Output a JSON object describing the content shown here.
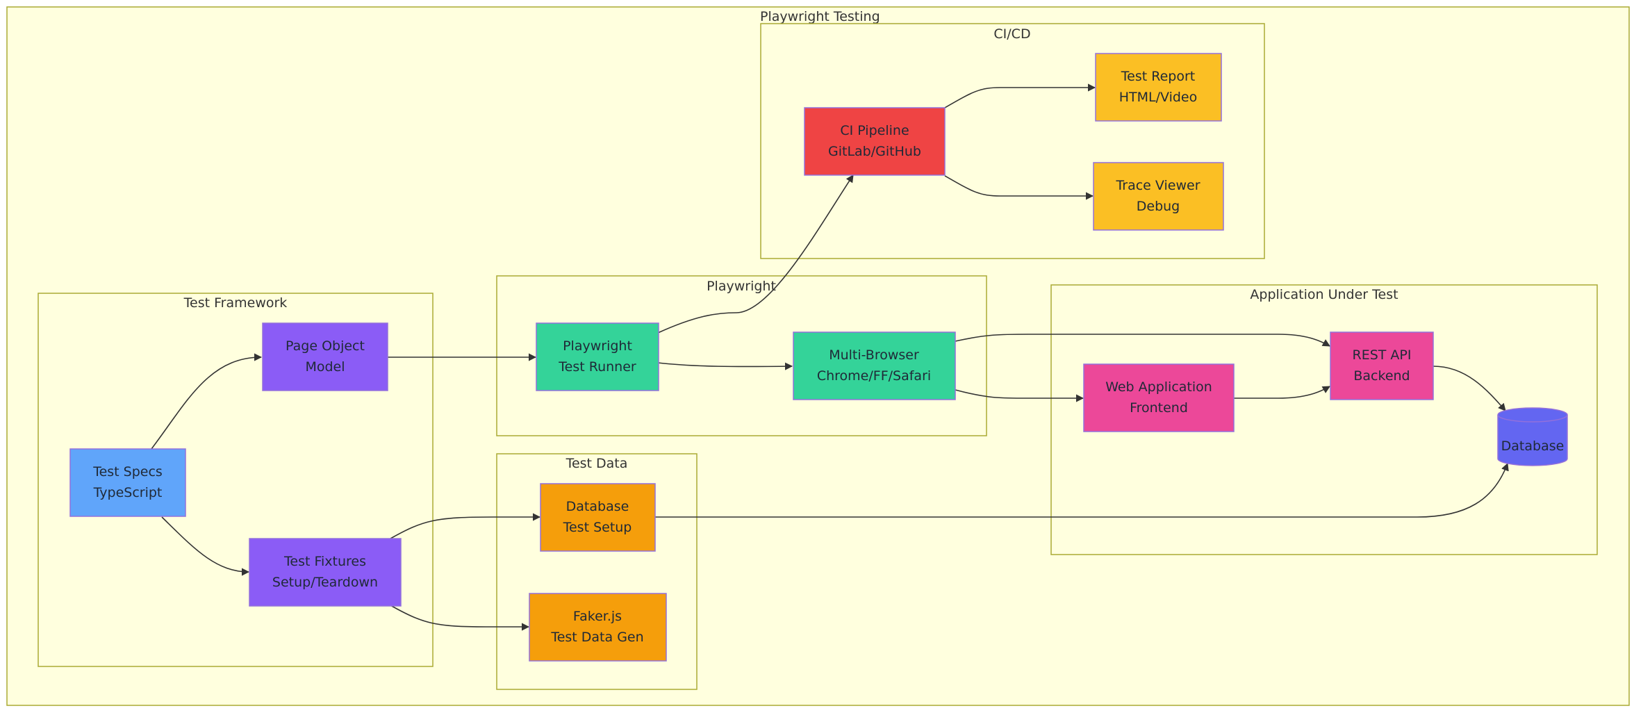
{
  "diagram": {
    "title": "Playwright Testing",
    "clusters": {
      "cicd": {
        "label": "CI/CD"
      },
      "framework": {
        "label": "Test Framework"
      },
      "playwright": {
        "label": "Playwright"
      },
      "app": {
        "label": "Application Under Test"
      },
      "testdata": {
        "label": "Test Data"
      }
    },
    "nodes": {
      "ci": {
        "lines": [
          "CI Pipeline",
          "GitLab/GitHub"
        ],
        "color": "#ef4444"
      },
      "report": {
        "lines": [
          "Test Report",
          "HTML/Video"
        ],
        "color": "#fbbf24"
      },
      "trace": {
        "lines": [
          "Trace Viewer",
          "Debug"
        ],
        "color": "#fbbf24"
      },
      "pom": {
        "lines": [
          "Page Object",
          "Model"
        ],
        "color": "#8b5cf6"
      },
      "specs": {
        "lines": [
          "Test Specs",
          "TypeScript"
        ],
        "color": "#60a5fa"
      },
      "fixtures": {
        "lines": [
          "Test Fixtures",
          "Setup/Teardown"
        ],
        "color": "#8b5cf6"
      },
      "runner": {
        "lines": [
          "Playwright",
          "Test Runner"
        ],
        "color": "#34d399"
      },
      "browser": {
        "lines": [
          "Multi-Browser",
          "Chrome/FF/Safari"
        ],
        "color": "#34d399"
      },
      "webapp": {
        "lines": [
          "Web Application",
          "Frontend"
        ],
        "color": "#ec4899"
      },
      "api": {
        "lines": [
          "REST API",
          "Backend"
        ],
        "color": "#ec4899"
      },
      "db": {
        "lines": [
          "Database"
        ],
        "color": "#6366f1"
      },
      "dbsetup": {
        "lines": [
          "Database",
          "Test Setup"
        ],
        "color": "#f59e0b"
      },
      "faker": {
        "lines": [
          "Faker.js",
          "Test Data Gen"
        ],
        "color": "#f59e0b"
      }
    },
    "edges": [
      {
        "from": "specs",
        "to": "pom"
      },
      {
        "from": "specs",
        "to": "fixtures"
      },
      {
        "from": "pom",
        "to": "runner"
      },
      {
        "from": "fixtures",
        "to": "dbsetup"
      },
      {
        "from": "fixtures",
        "to": "faker"
      },
      {
        "from": "runner",
        "to": "browser"
      },
      {
        "from": "runner",
        "to": "ci"
      },
      {
        "from": "ci",
        "to": "report"
      },
      {
        "from": "ci",
        "to": "trace"
      },
      {
        "from": "browser",
        "to": "webapp"
      },
      {
        "from": "browser",
        "to": "api"
      },
      {
        "from": "webapp",
        "to": "api"
      },
      {
        "from": "api",
        "to": "db"
      },
      {
        "from": "dbsetup",
        "to": "db"
      }
    ]
  }
}
